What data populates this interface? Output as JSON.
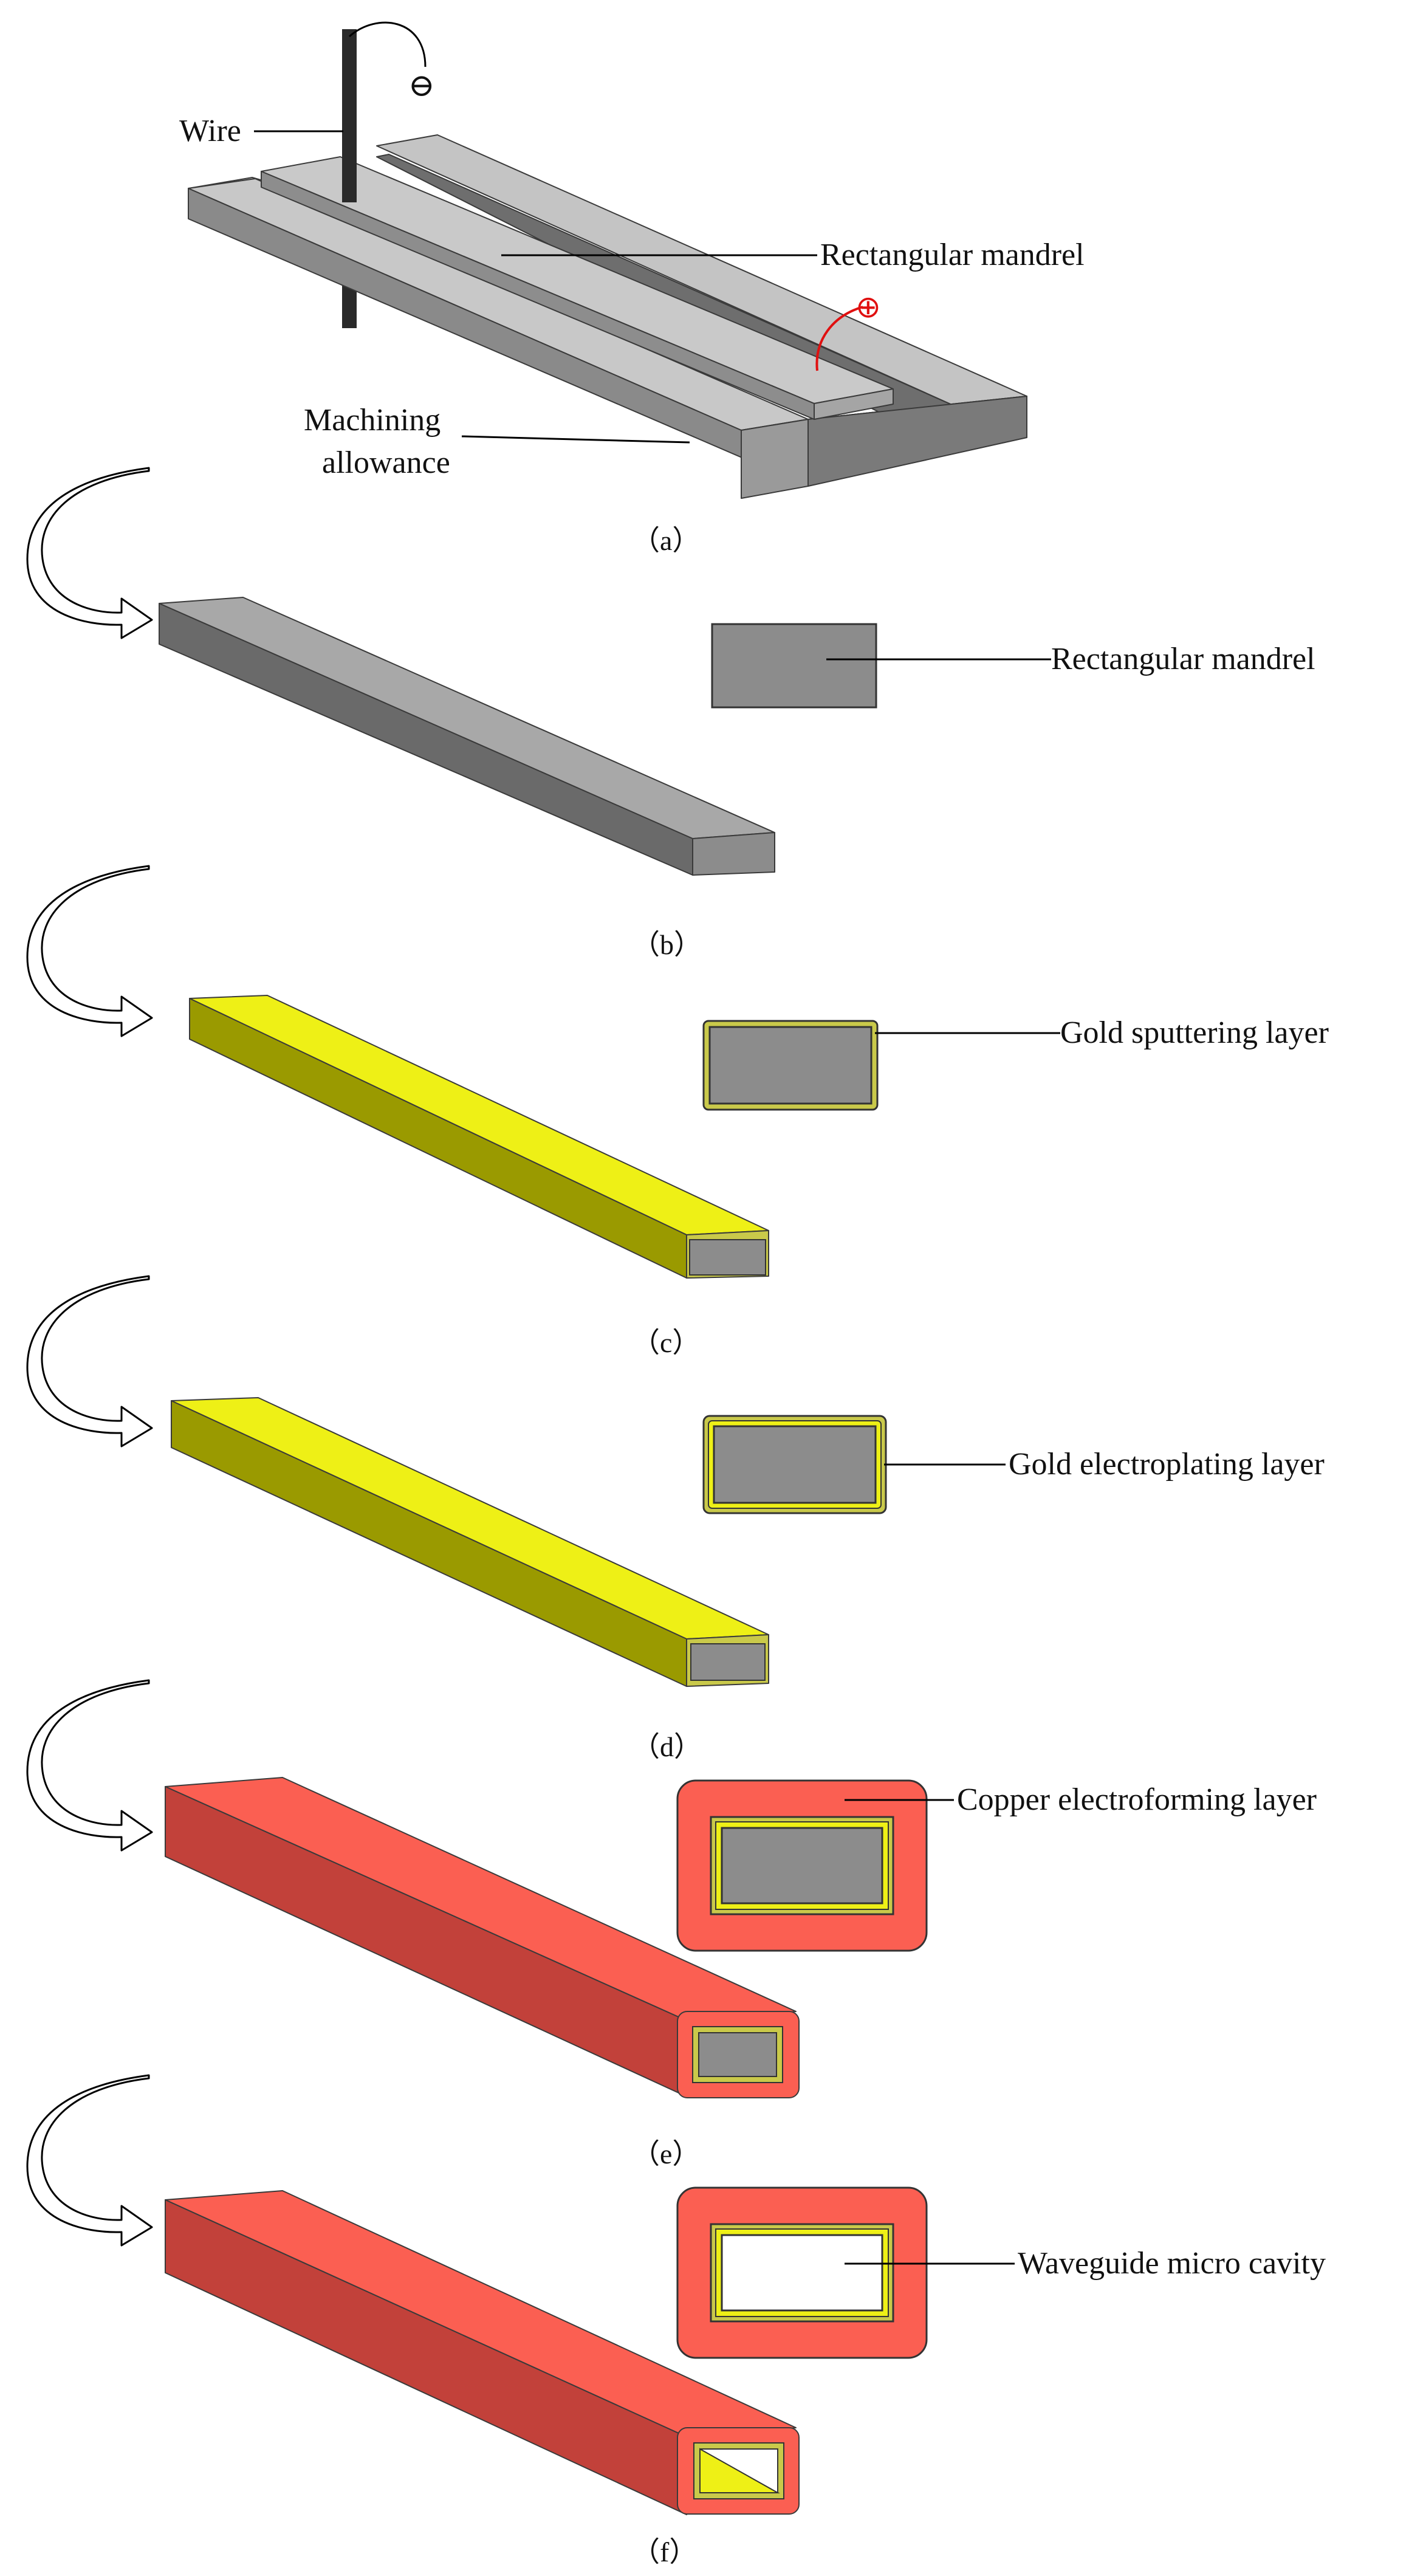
{
  "labels": {
    "wire": "Wire",
    "rect_mandrel_a": "Rectangular mandrel",
    "machining_1": "Machining",
    "machining_2": "allowance",
    "rect_mandrel_b": "Rectangular mandrel",
    "gold_sputtering": "Gold sputtering layer",
    "gold_electroplating": "Gold electroplating  layer",
    "copper_electroforming": "Copper electroforming  layer",
    "waveguide_cavity": "Waveguide micro cavity"
  },
  "captions": {
    "a": "（a）",
    "b": "（b）",
    "c": "（c）",
    "d": "（d）",
    "e": "（e）",
    "f": "（f）"
  },
  "symbols": {
    "negative": "⊖",
    "positive": "⊕"
  },
  "colors": {
    "gray_top": "#c4c4c4",
    "gray_side": "#8c8c8c",
    "gray_dark": "#6a6a6a",
    "gold_top": "#eef016",
    "gold_side": "#9a9a00",
    "copper_top": "#fb5f52",
    "copper_side": "#c2413a",
    "positive_red": "#e01010"
  }
}
